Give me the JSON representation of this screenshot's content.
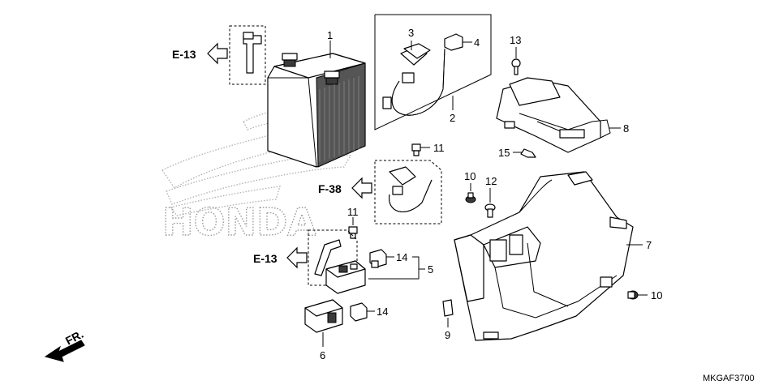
{
  "diagram": {
    "part_labels": {
      "p1": "1",
      "p2": "2",
      "p3": "3",
      "p4": "4",
      "p5": "5",
      "p6": "6",
      "p7": "7",
      "p8": "8",
      "p9": "9",
      "p10a": "10",
      "p10b": "10",
      "p11a": "11",
      "p11b": "11",
      "p12": "12",
      "p13": "13",
      "p14a": "14",
      "p14b": "14",
      "p15": "15"
    },
    "section_refs": {
      "e13_top": "E-13",
      "f38": "F-38",
      "e13_bottom": "E-13"
    },
    "front_indicator": "FR.",
    "watermark": "HONDA",
    "diagram_code": "MKGAF3700"
  }
}
